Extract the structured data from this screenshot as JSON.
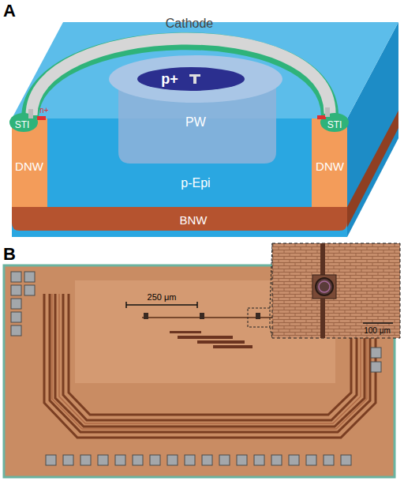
{
  "diagram": {
    "labels": [
      "A",
      "Cathode",
      "STI",
      "n+",
      "p+",
      "PW",
      "DNW",
      "p-Epi",
      "DNW",
      "STI",
      "BNW",
      "B",
      "250 μm",
      "100 μm"
    ]
  }
}
